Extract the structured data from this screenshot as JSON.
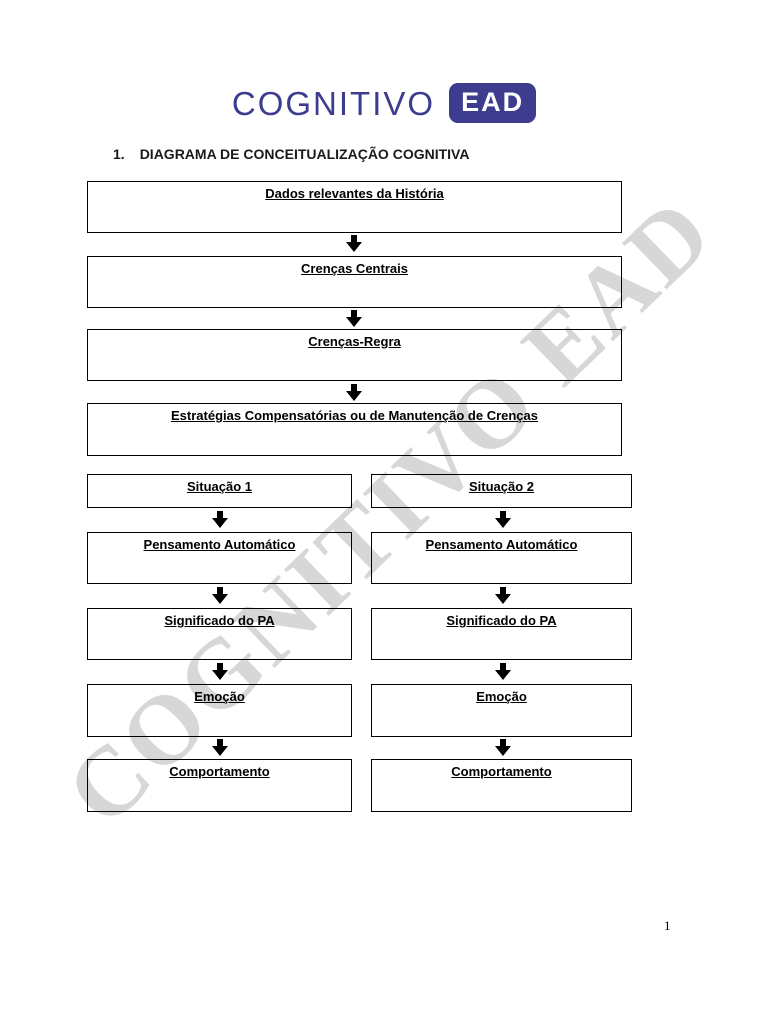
{
  "logo": {
    "wordmark": "COGNITIVO",
    "badge": "EAD"
  },
  "heading": {
    "number": "1.",
    "title": "DIAGRAMA DE CONCEITUALIZAÇÃO COGNITIVA"
  },
  "watermark": {
    "text": "COGNITIVO EAD"
  },
  "flowchart": {
    "top_boxes": [
      {
        "label": "Dados relevantes da História"
      },
      {
        "label": "Crenças Centrais"
      },
      {
        "label": "Crenças-Regra"
      },
      {
        "label": "Estratégias Compensatórias ou de Manutenção de Crenças"
      }
    ],
    "columns": [
      {
        "name": "situation-1",
        "boxes": [
          {
            "label": "Situação 1"
          },
          {
            "label": "Pensamento Automático"
          },
          {
            "label": "Significado do PA"
          },
          {
            "label": "Emoção"
          },
          {
            "label": "Comportamento"
          }
        ]
      },
      {
        "name": "situation-2",
        "boxes": [
          {
            "label": "Situação 2"
          },
          {
            "label": "Pensamento Automático"
          },
          {
            "label": "Significado do PA"
          },
          {
            "label": "Emoção"
          },
          {
            "label": "Comportamento"
          }
        ]
      }
    ]
  },
  "footer": {
    "page_number": "1"
  },
  "colors": {
    "brand": "#3D3C8F",
    "watermark_gray": "#D7D7D7",
    "box_border": "#000000",
    "text": "#000000"
  }
}
